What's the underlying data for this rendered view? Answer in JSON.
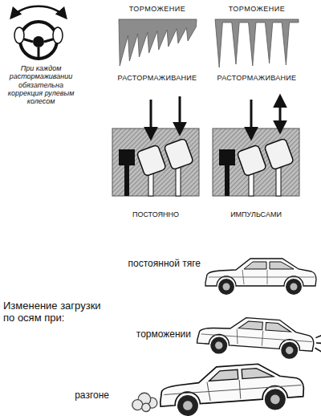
{
  "diagram": {
    "labels": [
      "ТОРМОЖЕНИЕ",
      "ТОРМОЖЕНИЕ",
      "При каждом растормаживании обязательна коррекция рулевым колесом",
      "РАСТОРМАЖИВАНИЕ",
      "РАСТОРМАЖИВАНИЕ",
      "ПОСТОЯННО",
      "ИМПУЛЬСАМИ",
      "постоянной тяге",
      "Изменение загрузки по осям при:",
      "торможении",
      "разгоне"
    ]
  }
}
